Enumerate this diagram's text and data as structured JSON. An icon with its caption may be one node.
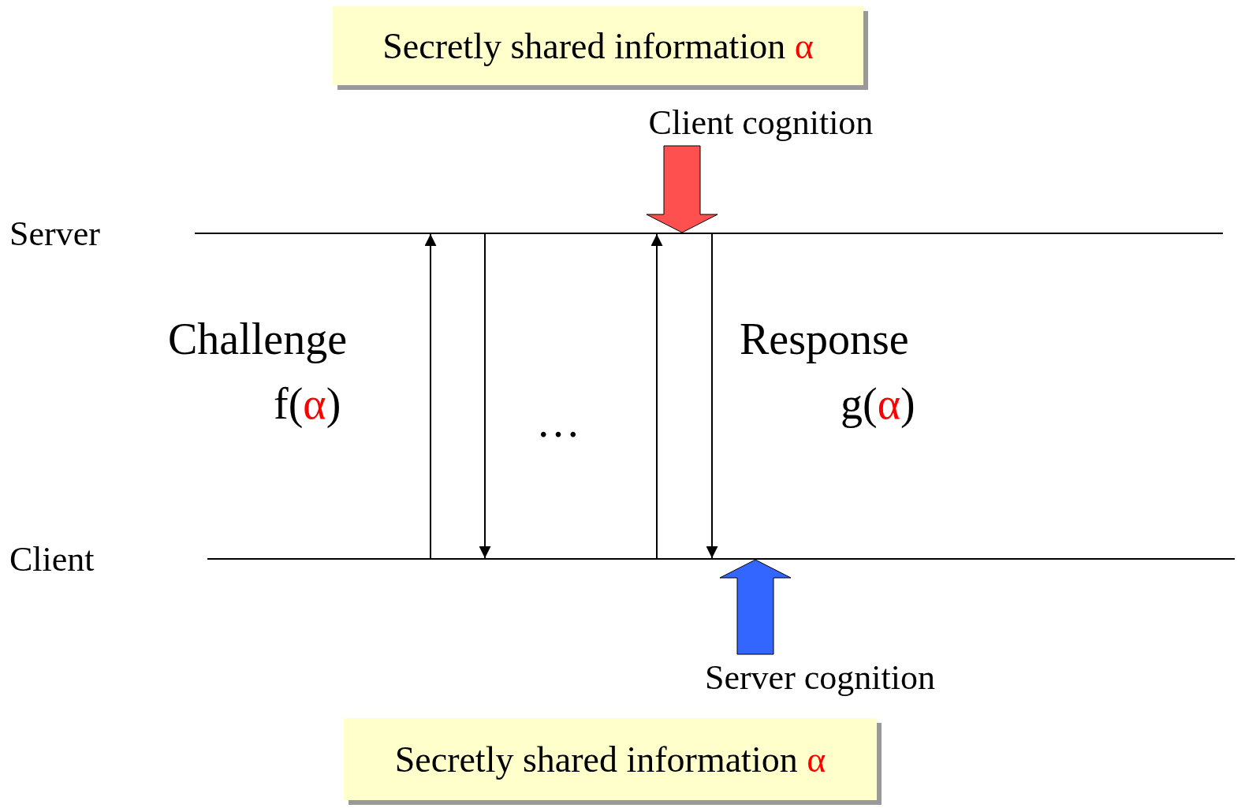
{
  "diagram": {
    "nodes": [
      {
        "text": [
          "Secretly shared information α"
        ]
      },
      {
        "text": [
          "Client cognition"
        ]
      },
      {
        "text": [],
        "shape": "bar",
        "beside": [
          "Server"
        ]
      },
      {
        "text": [],
        "shape": "bar",
        "beside": [
          "Client"
        ]
      },
      {
        "text": [
          "Server cognition"
        ]
      },
      {
        "text": [
          "Secretly shared information α"
        ]
      }
    ],
    "edges": [
      {
        "from": 1,
        "to": 2,
        "arrow": "to",
        "style": "thick",
        "color": "#ff5050"
      },
      {
        "from": 3,
        "to": 2,
        "arrow": "to"
      },
      {
        "from": 2,
        "to": 3,
        "arrow": "to"
      },
      {
        "from": 3,
        "to": 2,
        "arrow": "to"
      },
      {
        "from": 2,
        "to": 3,
        "arrow": "to"
      },
      {
        "from": 4,
        "to": 3,
        "arrow": "to",
        "style": "thick",
        "color": "#3366ff"
      }
    ],
    "labels": [
      "Challenge",
      "f(α)",
      "Response",
      "g(α)",
      "…"
    ]
  }
}
